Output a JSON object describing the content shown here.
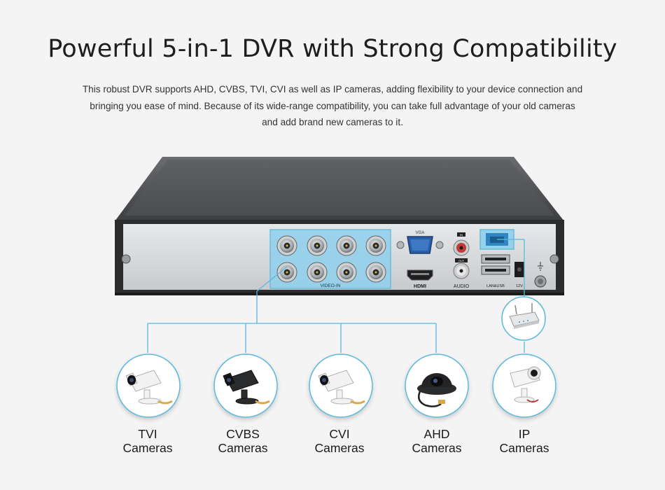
{
  "title": "Powerful 5-in-1 DVR with Strong Compatibility",
  "description": [
    "This robust DVR supports AHD, CVBS, TVI, CVI as well as IP cameras, adding flexibility to your device connection and",
    "bringing you ease of mind. Because of its wide-range compatibility, you can take full advantage of your old cameras",
    "and add brand new cameras to it."
  ],
  "dvr_labels": {
    "vga": "VGA",
    "hdmi": "HDMI",
    "audio": "AUDIO",
    "video_in": "VIDEO-IN",
    "lan_usb": "LAN&USB",
    "power": "12V",
    "in": "IN",
    "out": "OUT"
  },
  "cameras": [
    {
      "line1": "TVI",
      "line2": "Cameras",
      "icon": "bullet-camera-icon"
    },
    {
      "line1": "CVBS",
      "line2": "Cameras",
      "icon": "black-bullet-camera-icon"
    },
    {
      "line1": "CVI",
      "line2": "Cameras",
      "icon": "bullet-camera-icon"
    },
    {
      "line1": "AHD",
      "line2": "Cameras",
      "icon": "dome-camera-icon"
    },
    {
      "line1": "IP",
      "line2": "Cameras",
      "icon": "ip-camera-icon"
    }
  ],
  "colors": {
    "accent": "#5bb8dc",
    "highlight": "#8fd0ee",
    "dvr_body": "#2e2f31",
    "dvr_top": "#4a4c4f",
    "panel": "#d8dadc"
  }
}
